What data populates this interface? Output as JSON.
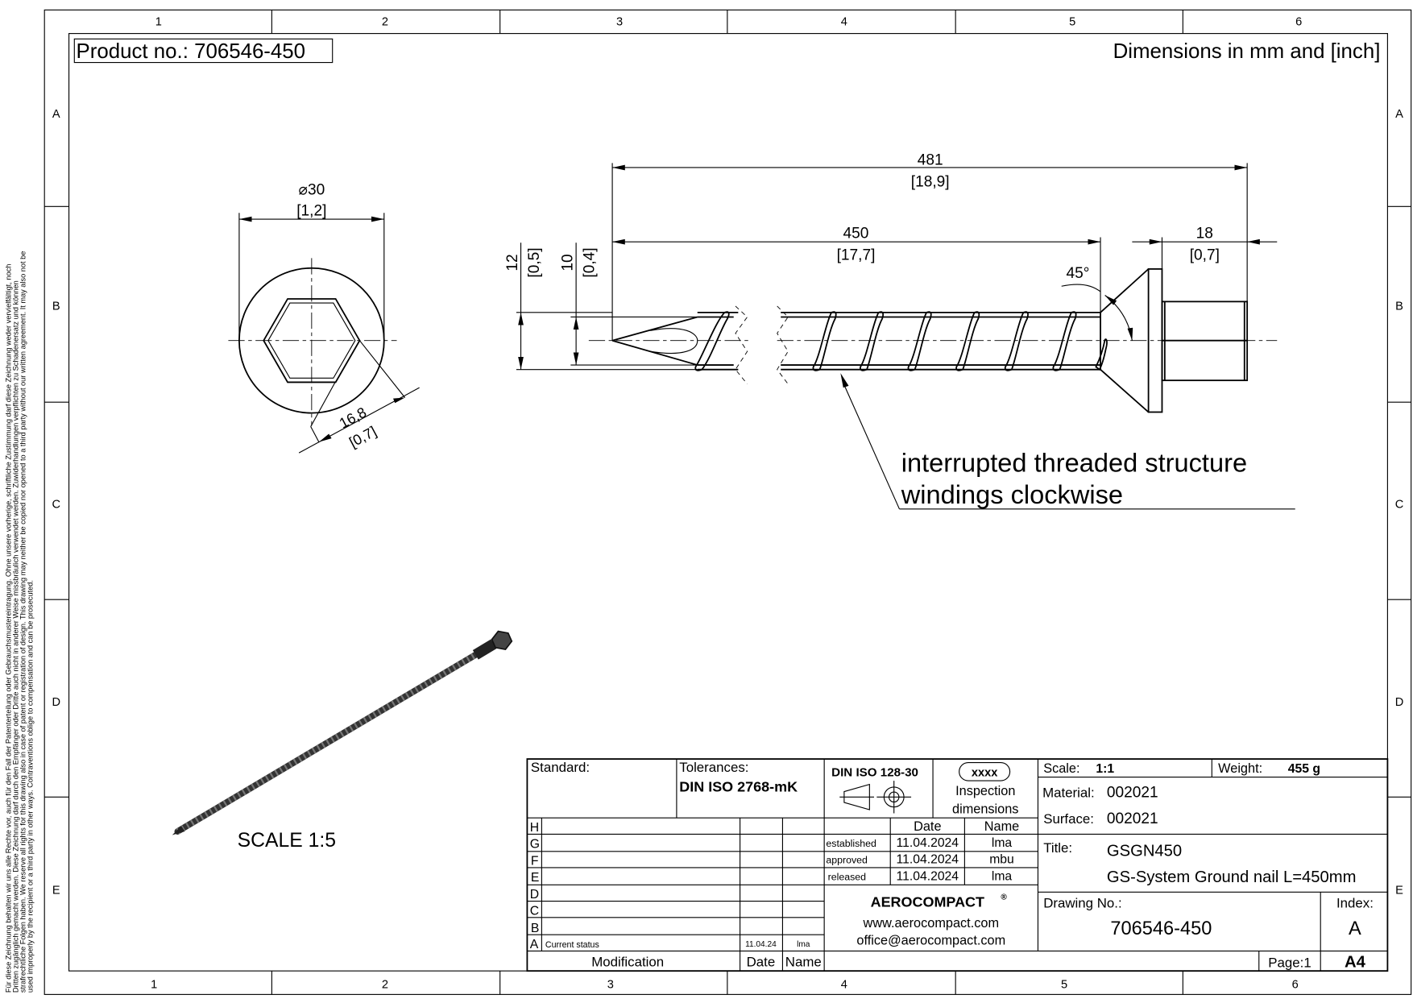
{
  "notice": {
    "lines": [
      "Für diese Zeichnung behalten wir uns alle Rechte vor, auch für den Fall der Patenterteilung oder Gebrauchsmustereintragung. Ohne unsere vorherige, schriftliche Zustimmung darf diese Zeichnung weder vervielfältigt, noch",
      "Dritten zugänglich gemacht werden. Diese Zeichnung darf durch den Empfänger oder Dritte auch nicht in anderer Weise missbräulich verwendet werden. Zuwiderhandlungen verpflichten zu Schadenersatz und können",
      "strafrechtliche Folgen haben. We reserve all rights for this drawing also in case of patent or registration of design. This drawing may neither be copied nor opened to a third party without our written agreement. It may also not be",
      "used improperly by the recipient or a third party in other ways. Contraventions oblige to compensation and can be prosecuted."
    ]
  },
  "frame": {
    "columns": [
      "1",
      "2",
      "3",
      "4",
      "5",
      "6"
    ],
    "rows": [
      "A",
      "B",
      "C",
      "D",
      "E"
    ]
  },
  "header": {
    "product_no": "Product no.: 706546-450",
    "units": "Dimensions in mm and [inch]"
  },
  "front_view": {
    "diameter": "⌀30",
    "diameter_inch": "[1,2]",
    "hex": "16,8",
    "hex_inch": "[0,7]"
  },
  "side_view": {
    "overall": "481",
    "overall_inch": "[18,9]",
    "shaft": "450",
    "shaft_inch": "[17,7]",
    "head": "18",
    "head_inch": "[0,7]",
    "outer_dia": "12",
    "outer_dia_inch": "[0,5]",
    "inner_dia": "10",
    "inner_dia_inch": "[0,4]",
    "angle": "45°",
    "note_line1": "interrupted threaded structure",
    "note_line2": "windings clockwise"
  },
  "iso_view": {
    "scale": "SCALE 1:5"
  },
  "title_block": {
    "standard_label": "Standard:",
    "tolerances_label": "Tolerances:",
    "tolerances": "DIN ISO 2768-mK",
    "projection": "DIN ISO 128-30",
    "inspection_badge": "xxxx",
    "inspection_l1": "Inspection",
    "inspection_l2": "dimensions",
    "date_header": "Date",
    "name_header": "Name",
    "approvals": [
      {
        "label": "established",
        "date": "11.04.2024",
        "name": "lma"
      },
      {
        "label": "approved",
        "date": "11.04.2024",
        "name": "mbu"
      },
      {
        "label": "released",
        "date": "11.04.2024",
        "name": "lma"
      }
    ],
    "revisions": [
      {
        "letter": "H",
        "text": "",
        "date": "",
        "name": ""
      },
      {
        "letter": "G",
        "text": "",
        "date": "",
        "name": ""
      },
      {
        "letter": "F",
        "text": "",
        "date": "",
        "name": ""
      },
      {
        "letter": "E",
        "text": "",
        "date": "",
        "name": ""
      },
      {
        "letter": "D",
        "text": "",
        "date": "",
        "name": ""
      },
      {
        "letter": "C",
        "text": "",
        "date": "",
        "name": ""
      },
      {
        "letter": "B",
        "text": "",
        "date": "",
        "name": ""
      },
      {
        "letter": "A",
        "text": "Current status",
        "date": "11.04.24",
        "name": "lma"
      }
    ],
    "modification_header": "Modification",
    "mod_date_header": "Date",
    "mod_name_header": "Name",
    "company": "AEROCOMPACT",
    "registered": "®",
    "website": "www.aerocompact.com",
    "email": "office@aerocompact.com",
    "scale_label": "Scale:",
    "scale": "1:1",
    "weight_label": "Weight:",
    "weight": "455 g",
    "material_label": "Material:",
    "material": "002021",
    "surface_label": "Surface:",
    "surface": "002021",
    "title_label": "Title:",
    "title": "GSGN450",
    "subtitle": "GS-System Ground nail L=450mm",
    "drawing_no_label": "Drawing No.:",
    "drawing_no": "706546-450",
    "index_label": "Index:",
    "index": "A",
    "page_label": "Page:1",
    "format": "A4"
  }
}
